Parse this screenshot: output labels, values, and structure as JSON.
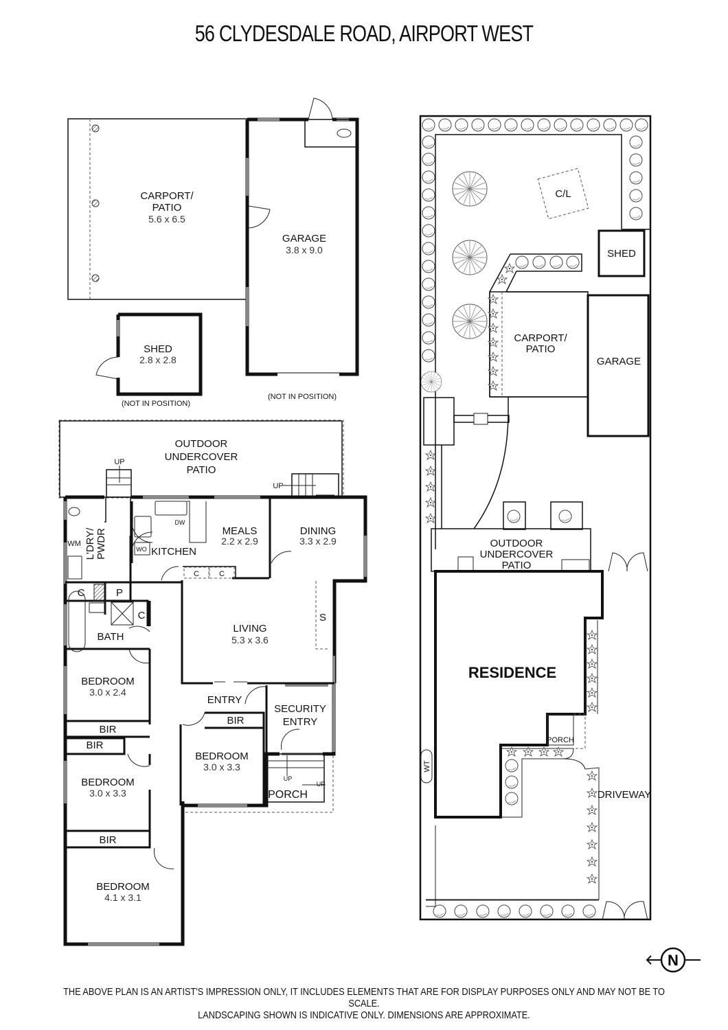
{
  "title": "56 CLYDESDALE ROAD, AIRPORT WEST",
  "outbuildings": {
    "carport": {
      "name_line1": "CARPORT/",
      "name_line2": "PATIO",
      "dims": "5.6 x 6.5"
    },
    "garage": {
      "name": "GARAGE",
      "dims": "3.8 x 9.0",
      "note": "(NOT IN POSITION)"
    },
    "shed": {
      "name": "SHED",
      "dims": "2.8 x 2.8",
      "note": "(NOT IN POSITION)"
    }
  },
  "floor_plan": {
    "patio": {
      "line1": "OUTDOOR",
      "line2": "UNDERCOVER",
      "line3": "PATIO"
    },
    "up_label": "UP",
    "laundry": {
      "line1": "L'DRY/",
      "line2": "PWDR"
    },
    "wm": "WM",
    "kitchen": "KITCHEN",
    "dw": "DW",
    "wo": "WO",
    "meals": {
      "name": "MEALS",
      "dims": "2.2 x 2.9"
    },
    "dining": {
      "name": "DINING",
      "dims": "3.3 x 2.9"
    },
    "cupboard": "C",
    "pantry": "P",
    "storage": "S",
    "bath": "BATH",
    "living": {
      "name": "LIVING",
      "dims": "5.3 x 3.6"
    },
    "entry": "ENTRY",
    "security_entry": {
      "line1": "SECURITY",
      "line2": "ENTRY"
    },
    "bir": "BIR",
    "porch": "PORCH",
    "bedrooms": [
      {
        "name": "BEDROOM",
        "dims": "3.0 x 2.4"
      },
      {
        "name": "BEDROOM",
        "dims": "3.0 x 3.3"
      },
      {
        "name": "BEDROOM",
        "dims": "3.0 x 3.3"
      },
      {
        "name": "BEDROOM",
        "dims": "4.1 x 3.1"
      }
    ]
  },
  "site_plan": {
    "clothesline": "C/L",
    "shed": "SHED",
    "carport_line1": "CARPORT/",
    "carport_line2": "PATIO",
    "garage": "GARAGE",
    "patio_line1": "OUTDOOR",
    "patio_line2": "UNDERCOVER",
    "patio_line3": "PATIO",
    "residence": "RESIDENCE",
    "porch": "PORCH",
    "water_tank": "WT",
    "driveway": "DRIVEWAY"
  },
  "compass": {
    "label": "N"
  },
  "disclaimer": {
    "line1": "THE ABOVE PLAN IS AN ARTIST'S IMPRESSION ONLY, IT INCLUDES ELEMENTS THAT ARE FOR DISPLAY PURPOSES ONLY AND MAY NOT BE TO SCALE.",
    "line2": "LANDSCAPING SHOWN IS INDICATIVE ONLY. DIMENSIONS ARE APPROXIMATE."
  }
}
